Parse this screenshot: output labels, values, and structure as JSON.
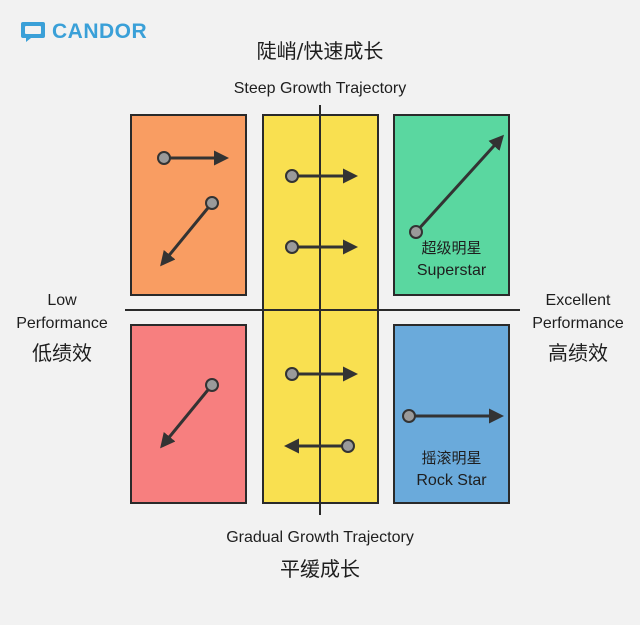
{
  "logo": {
    "text": "CANDOR",
    "color": "#3aa0d8"
  },
  "top": {
    "cn": "陡峭/快速成长",
    "en": "Steep Growth Trajectory"
  },
  "bottom": {
    "en": "Gradual Growth Trajectory",
    "cn": "平缓成长"
  },
  "left": {
    "en_line1": "Low",
    "en_line2": "Performance",
    "cn": "低绩效"
  },
  "right": {
    "en_line1": "Excellent",
    "en_line2": "Performance",
    "cn": "高绩效"
  },
  "boxes": {
    "superstar": {
      "cn": "超级明星",
      "en": "Superstar",
      "color": "#5ad7a0"
    },
    "rockstar": {
      "cn": "摇滚明星",
      "en": "Rock Star",
      "color": "#6aaadb"
    },
    "top_left": {
      "color": "#f99d62"
    },
    "bottom_left": {
      "color": "#f77f7f"
    },
    "middle": {
      "color": "#f9e050"
    }
  }
}
